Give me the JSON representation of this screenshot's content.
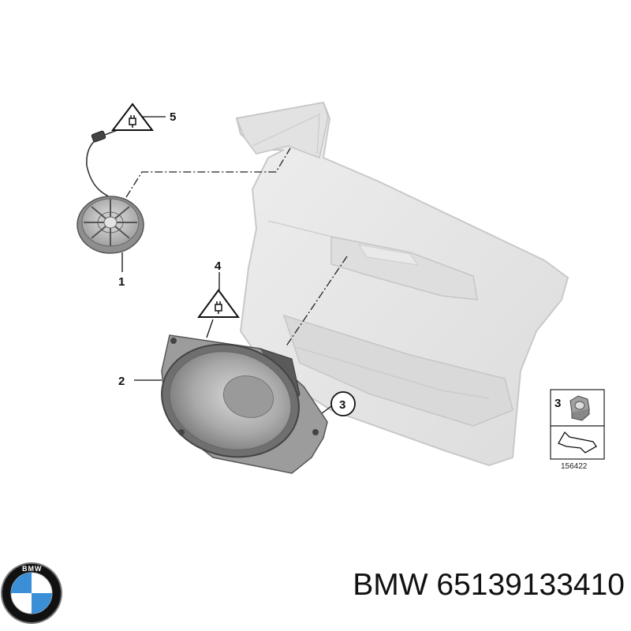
{
  "callouts": {
    "speaker_tweeter": "1",
    "speaker_midrange": "2",
    "nut": "3",
    "warning_lower": "4",
    "warning_upper": "5"
  },
  "reference_box": {
    "item_number": "3",
    "diagram_id": "156422"
  },
  "logo": {
    "text": "BMW"
  },
  "caption": {
    "brand": "BMW",
    "part_number": "65139133410"
  },
  "colors": {
    "door_panel": "#e6e6e6",
    "door_outline": "#c9c9c9",
    "speaker_metal": "#b8b8b8",
    "logo_blue": "#3a8fd6",
    "logo_ring": "#111111"
  }
}
